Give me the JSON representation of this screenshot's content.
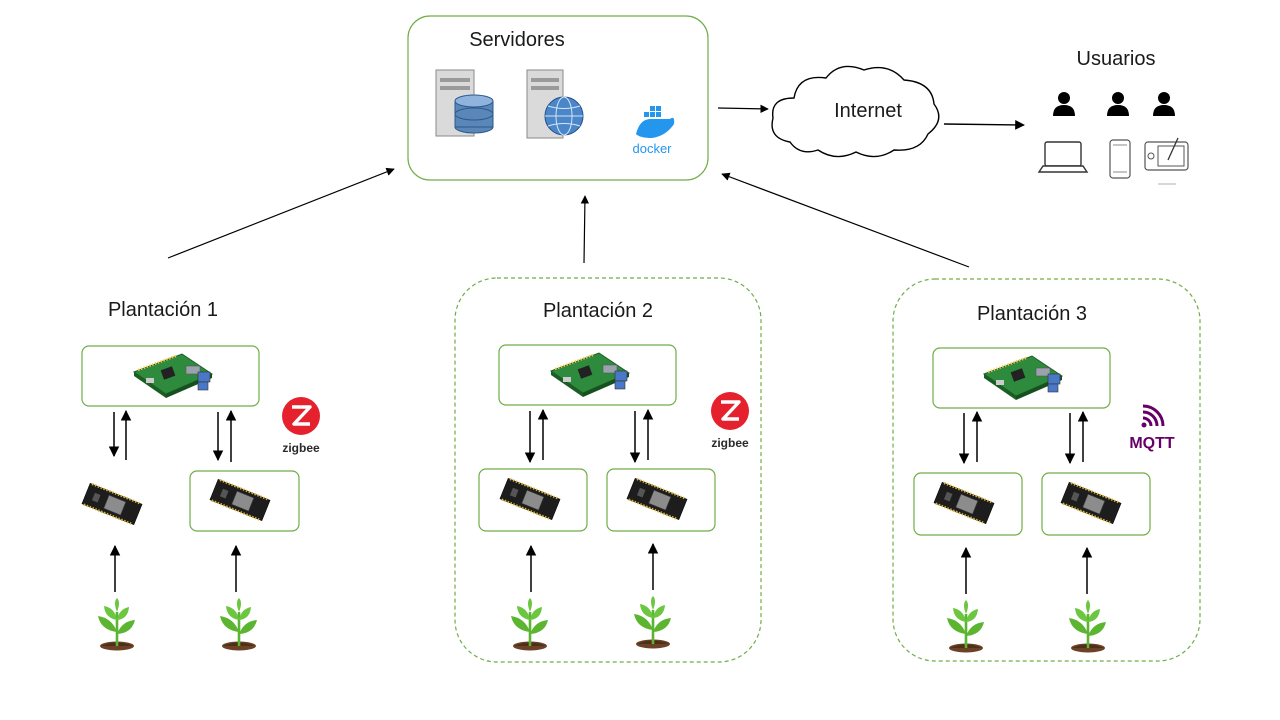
{
  "servers": {
    "title": "Servidores",
    "docker_label": "docker"
  },
  "internet": {
    "label": "Internet"
  },
  "users": {
    "title": "Usuarios"
  },
  "plantations": [
    {
      "title": "Plantación 1",
      "protocol": "zigbee"
    },
    {
      "title": "Plantación 2",
      "protocol": "zigbee"
    },
    {
      "title": "Plantación 3",
      "protocol": "MQTT"
    }
  ],
  "colors": {
    "box_border": "#70ad47",
    "arrow": "#000000",
    "zigbee_red": "#e6212e",
    "mqtt_purple": "#660066",
    "docker_blue": "#2496ed",
    "plant_green": "#5cb531",
    "soil": "#6b4226"
  },
  "icons": {
    "servers": [
      "database-server-icon",
      "web-server-icon",
      "docker-logo"
    ],
    "users": [
      "user-icon",
      "user-icon",
      "user-icon",
      "laptop-icon",
      "smartphone-icon",
      "tablet-icon"
    ],
    "gateway": "raspberry-pi-icon",
    "node": "esp32-board-icon",
    "plant": "plant-sprout-icon"
  }
}
